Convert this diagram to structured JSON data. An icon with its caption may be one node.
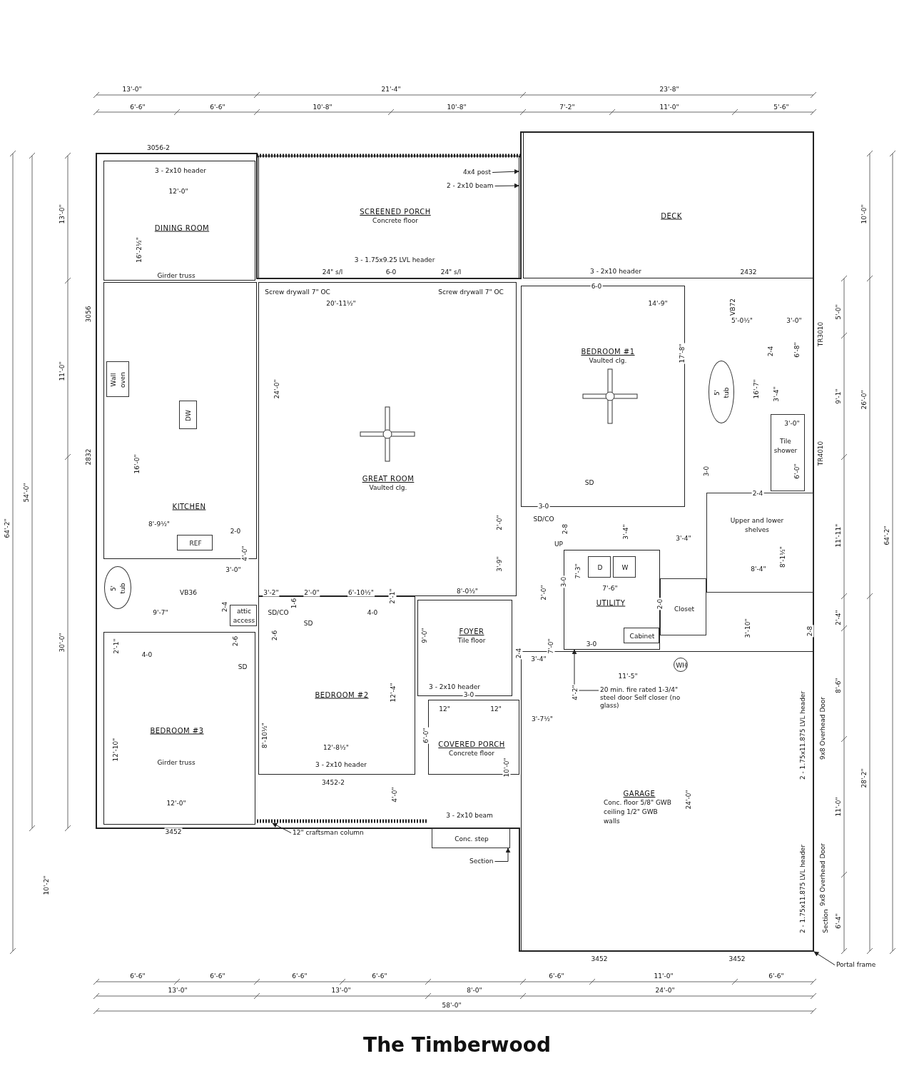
{
  "diagram": {
    "title": "The Timberwood",
    "nodes": [
      {
        "text": [
          "SCREENED PORCH",
          "Concrete floor"
        ]
      },
      {
        "text": [
          "DECK"
        ]
      },
      {
        "text": [
          "DINING ROOM"
        ]
      },
      {
        "text": [
          "KITCHEN"
        ]
      },
      {
        "text": [
          "Wall oven"
        ],
        "in": 3
      },
      {
        "text": [
          "DW"
        ],
        "in": 3
      },
      {
        "text": [
          "REF"
        ],
        "in": 3
      },
      {
        "text": [
          "GREAT ROOM",
          "Vaulted clg."
        ]
      },
      {
        "text": [
          "BEDROOM #1",
          "Vaulted clg."
        ]
      },
      {
        "text": [
          "5' tub"
        ]
      },
      {
        "text": [
          "Tile shower"
        ]
      },
      {
        "text": [
          "Upper and lower shelves"
        ]
      },
      {
        "text": [
          "5' tub"
        ]
      },
      {
        "text": [
          "attic access"
        ]
      },
      {
        "text": [
          "UTILITY"
        ]
      },
      {
        "text": [
          "D"
        ],
        "in": 14
      },
      {
        "text": [
          "W"
        ],
        "in": 14
      },
      {
        "text": [
          "Cabinet"
        ],
        "in": 14
      },
      {
        "text": [
          "Closet"
        ]
      },
      {
        "text": [
          "FOYER",
          "Tile floor"
        ]
      },
      {
        "text": [
          "BEDROOM #2"
        ]
      },
      {
        "text": [
          "BEDROOM #3"
        ]
      },
      {
        "text": [
          "COVERED PORCH",
          "Concrete floor"
        ]
      },
      {
        "text": [
          "GARAGE",
          "Conc. floor 5/8\" GWB ceiling 1/2\" GWB walls"
        ]
      },
      {
        "text": [
          "WH"
        ],
        "in": 23
      },
      {
        "text": [
          "Conc. step"
        ]
      },
      {
        "text": [
          "4x4 post"
        ],
        "in": 0
      },
      {
        "text": [
          "2 - 2x10 beam"
        ],
        "in": 0
      },
      {
        "text": [
          "12\" craftsman column"
        ]
      },
      {
        "text": [
          "20 min. fire rated 1-3/4\" steel door Self closer (no glass)"
        ],
        "in": 23
      },
      {
        "text": [
          "Section"
        ]
      },
      {
        "text": [
          "Portal frame"
        ]
      }
    ],
    "edges": [
      {
        "from": 26,
        "to": null,
        "arrow": "to"
      },
      {
        "from": 27,
        "to": null,
        "arrow": "to"
      },
      {
        "from": 28,
        "to": null,
        "arrow": "to"
      },
      {
        "from": 29,
        "to": 14,
        "arrow": "to"
      },
      {
        "from": 30,
        "to": 25,
        "arrow": "to"
      },
      {
        "from": 31,
        "to": null,
        "arrow": "to"
      }
    ],
    "labels": [
      "13'-0\"",
      "21'-4\"",
      "23'-8\"",
      "6'-6\"",
      "6'-6\"",
      "10'-8\"",
      "10'-8\"",
      "7'-2\"",
      "11'-0\"",
      "5'-6\"",
      "3056-2",
      "3 - 2x10 header",
      "12'-0\"",
      "13'-0\"",
      "10'-0\"",
      "16'-2½\"",
      "3 - 1.75x9.25 LVL header",
      "Girder truss",
      "24\" s/l",
      "6-0",
      "24\" s/l",
      "3 - 2x10 header",
      "2432",
      "Screw drywall 7\" OC",
      "Screw drywall 7\" OC",
      "6-0",
      "20'-11½\"",
      "14'-9\"",
      "3056",
      "VB72",
      "5'-0\"",
      "5'-0½\"",
      "3'-0\"",
      "17'-8\"",
      "2-4",
      "6'-8\"",
      "TR3010",
      "11'-0\"",
      "24'-0\"",
      "16'-7\"",
      "3'-4\"",
      "9'-1\"",
      "26'-0\"",
      "3'-0\"",
      "2832",
      "16'-0\"",
      "3-0",
      "6'-0\"",
      "TR4010",
      "54'-0\"",
      "SD",
      "2-4",
      "3-0",
      "8'-9½\"",
      "2'-0\"",
      "SD/CO",
      "64'-2\"",
      "2-0",
      "UP",
      "2-8",
      "3'-4\"",
      "3'-4\"",
      "11'-11\"",
      "64'-2\"",
      "3'-0\"",
      "4'-0\"",
      "3'-9\"",
      "7'-3\"",
      "8'-4\"",
      "8'-1½\"",
      "VB36",
      "3'-2\"",
      "2'-0\"",
      "6'-10½\"",
      "2'-1\"",
      "8'-0½\"",
      "2'-0\"",
      "3-0",
      "7'-6\"",
      "9'-7\"",
      "2-4",
      "SD/CO",
      "1-6",
      "4-0",
      "2-0",
      "2'-4\"",
      "SD",
      "30'-0\"",
      "2'-1\"",
      "2-6",
      "2-6",
      "9'-0\"",
      "7'-0\"",
      "3-0",
      "3'-10\"",
      "2-8",
      "4-0",
      "2-4",
      "3'-4\"",
      "SD",
      "11'-5\"",
      "12'-4\"",
      "3 - 2x10 header",
      "3-0",
      "4'-2\"",
      "8'-6\"",
      "12\"",
      "12\"",
      "3'-7½\"",
      "8'-10½\"",
      "6'-0\"",
      "2 - 1.75x11.875 LVL header",
      "9x8 Overhead Door",
      "12'-10\"",
      "12'-8½\"",
      "Girder truss",
      "3 - 2x10 header",
      "10'-0\"",
      "3452-2",
      "28'-2\"",
      "12'-0\"",
      "4'-0\"",
      "24'-0\"",
      "11'-0\"",
      "3 - 2x10 beam",
      "3452",
      "10'-2\"",
      "2 - 1.75x11.875 LVL header",
      "9x8 Overhead Door",
      "Section",
      "6'-4\"",
      "3452",
      "3452",
      "6'-6\"",
      "6'-6\"",
      "6'-6\"",
      "6'-6\"",
      "6'-6\"",
      "11'-0\"",
      "6'-6\"",
      "13'-0\"",
      "13'-0\"",
      "8'-0\"",
      "24'-0\"",
      "58'-0\""
    ]
  }
}
